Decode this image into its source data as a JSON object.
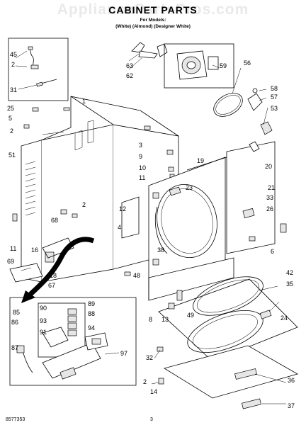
{
  "watermark": "AppliancePartsPros.com",
  "header": {
    "title": "CABINET PARTS",
    "models_line": "For Models: ",
    "colors_line": "(White)    (Almond) (Designer White)"
  },
  "footer": {
    "part_number": "8577353",
    "page_number": "3"
  },
  "callouts": [
    "45",
    "2",
    "31",
    "1",
    "25",
    "5",
    "2",
    "51",
    "63",
    "62",
    "59",
    "56",
    "58",
    "57",
    "53",
    "3",
    "9",
    "10",
    "11",
    "20",
    "19",
    "21",
    "23",
    "33",
    "26",
    "6",
    "2",
    "12",
    "4",
    "38",
    "68",
    "11",
    "16",
    "69",
    "18",
    "67",
    "48",
    "42",
    "35",
    "24",
    "8",
    "13",
    "49",
    "32",
    "2",
    "14",
    "36",
    "37",
    "85",
    "90",
    "89",
    "88",
    "93",
    "94",
    "91",
    "86",
    "87",
    "97"
  ]
}
